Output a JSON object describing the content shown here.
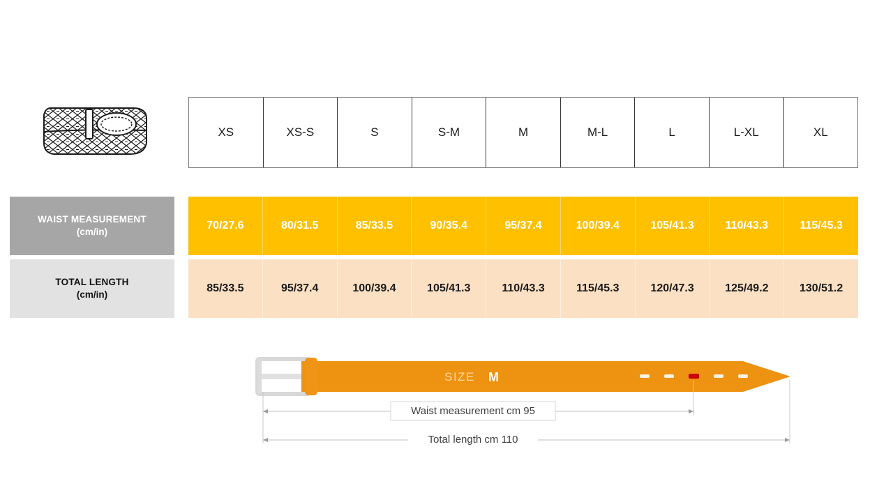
{
  "chart_data": {
    "type": "table",
    "title": "Belt size chart",
    "categories": [
      "XS",
      "XS-S",
      "S",
      "S-M",
      "M",
      "M-L",
      "L",
      "L-XL",
      "XL"
    ],
    "series": [
      {
        "name": "WAIST MEASUREMENT (cm/in)",
        "values": [
          "70/27.6",
          "80/31.5",
          "85/33.5",
          "90/35.4",
          "95/37.4",
          "100/39.4",
          "105/41.3",
          "110/43.3",
          "115/45.3"
        ],
        "values_cm": [
          70,
          80,
          85,
          90,
          95,
          100,
          105,
          110,
          115
        ],
        "values_in": [
          27.6,
          31.5,
          33.5,
          35.4,
          37.4,
          39.4,
          41.3,
          43.3,
          45.3
        ]
      },
      {
        "name": "TOTAL LENGTH (cm/in)",
        "values": [
          "85/33.5",
          "95/37.4",
          "100/39.4",
          "105/41.3",
          "110/43.3",
          "115/45.3",
          "120/47.3",
          "125/49.2",
          "130/51.2"
        ],
        "values_cm": [
          85,
          95,
          100,
          105,
          110,
          115,
          120,
          125,
          130
        ],
        "values_in": [
          33.5,
          37.4,
          39.4,
          41.3,
          43.3,
          45.3,
          47.3,
          49.2,
          51.2
        ]
      }
    ],
    "xlabel": "Size",
    "ylabel": "",
    "legend": [],
    "grid": true,
    "colors": {
      "waist_row_fill": "#FFC000",
      "waist_row_text": "#FFFFFF",
      "length_row_fill": "#FBE0C4",
      "length_row_text": "#1A1A1A",
      "waist_label_fill": "#A6A6A6",
      "length_label_fill": "#E2E2E2",
      "belt_fill": "#EE9212",
      "buckle_fill": "#E8E8E8",
      "highlight_hole": "#CC0000"
    }
  },
  "header": {
    "icon_name": "braided-belt-icon",
    "sizes": [
      "XS",
      "XS-S",
      "S",
      "S-M",
      "M",
      "M-L",
      "L",
      "L-XL",
      "XL"
    ]
  },
  "rows": {
    "waist": {
      "label_line1": "WAIST MEASUREMENT",
      "label_line2": "(cm/in)",
      "values": [
        "70/27.6",
        "80/31.5",
        "85/33.5",
        "90/35.4",
        "95/37.4",
        "100/39.4",
        "105/41.3",
        "110/43.3",
        "115/45.3"
      ]
    },
    "length": {
      "label_line1": "TOTAL LENGTH",
      "label_line2": "(cm/in)",
      "values": [
        "85/33.5",
        "95/37.4",
        "100/39.4",
        "105/41.3",
        "110/43.3",
        "115/45.3",
        "120/47.3",
        "125/49.2",
        "130/51.2"
      ]
    }
  },
  "diagram": {
    "size_prefix": "SIZE",
    "size_value": "M",
    "waist_label": "Waist measurement cm 95",
    "length_label": "Total length cm 110",
    "hole_count": 5,
    "highlighted_hole_index": 2
  }
}
